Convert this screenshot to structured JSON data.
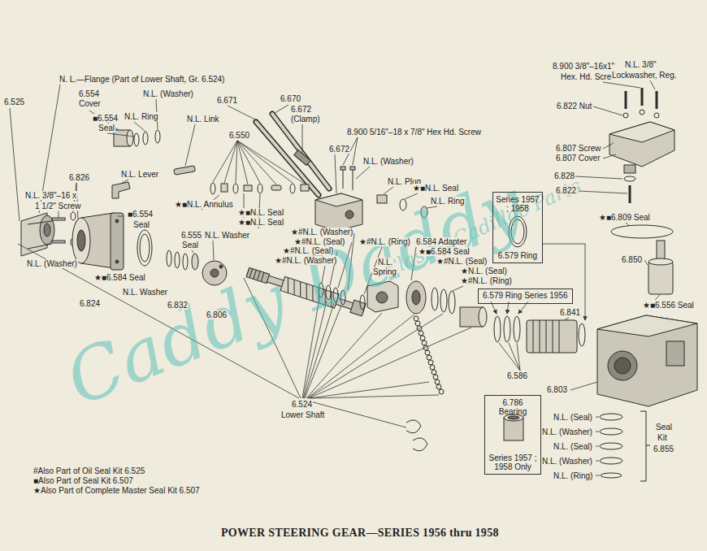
{
  "diagram": {
    "title": "POWER STEERING GEAR—SERIES 1956 thru 1958",
    "nodes": [
      {
        "text": [
          "Series 1957 ; 1958",
          "6.579 Ring"
        ]
      },
      {
        "text": [
          "6.579 Ring Series 1956"
        ]
      },
      {
        "text": [
          "6.786 Bearing",
          "Series 1957 ; 1958 Only"
        ]
      }
    ],
    "labels": [
      "N. L.—Flange (Part of Lower Shaft, Gr. 6.524)",
      "6.525",
      "6.554",
      "Cover",
      "■6.554",
      "Seal",
      "N.L. Ring",
      "N.L. (Washer)",
      "N.L. Link",
      "6.671",
      "6.670",
      "6.672",
      "(Clamp)",
      "6.550",
      "6.672",
      "8.900 5/16\"–18 x 7/8\" Hex Hd. Screw",
      "N.L. (Washer)",
      "8.900 3/8\"–16x1\"",
      "Hex. Hd. Screw",
      "N.L. 3/8\"",
      "Lockwasher, Reg.",
      "6.822 Nut",
      "6.807 Screw",
      "6.807 Cover",
      "6.828",
      "6.822",
      "N.L. Lever",
      "6.826",
      "N.L. 3/8\"–16 x",
      "1 1/2\" Screw",
      "★■N.L. Annulus",
      "★■N.L. Seal",
      "★■N.L. Seal",
      "N.L. Plug",
      "★■N.L. Seal",
      "N.L. Ring",
      "■6.554",
      "Seal",
      "6.555",
      "Seal",
      "N.L. Washer",
      "★#N.L. (Washer)",
      "★#N.L. (Seal)",
      "★#N.L. (Seal)",
      "★#N.L. (Washer)",
      "★#N.L. (Ring)",
      "6.584 Adapter",
      "★■6.584 Seal",
      "★#N.L. (Seal)",
      "★N.L. (Seal)",
      "★#N.L. (Ring)",
      "N.L.",
      "Spring",
      "N.L. (Washer)",
      "★■6.584 Seal",
      "N.L. Washer",
      "6.824",
      "6.832",
      "6.806",
      "★■6.809 Seal",
      "6.841",
      "6.850",
      "★■6.556 Seal",
      "6.586",
      "6.803",
      "6.524",
      "Lower Shaft",
      "N.L. (Seal)",
      "N.L. (Washer)",
      "N.L. (Seal)",
      "N.L. (Washer)",
      "N.L. (Ring)",
      "Seal",
      "Kit",
      "6.855",
      "#Also Part of Oil Seal Kit 6.525",
      "■Also Part of Seal Kit 6.507",
      "★Also Part of Complete Master Seal Kit 6.507",
      "Caddy Daddy",
      "Classic Cadillac Parts"
    ]
  }
}
